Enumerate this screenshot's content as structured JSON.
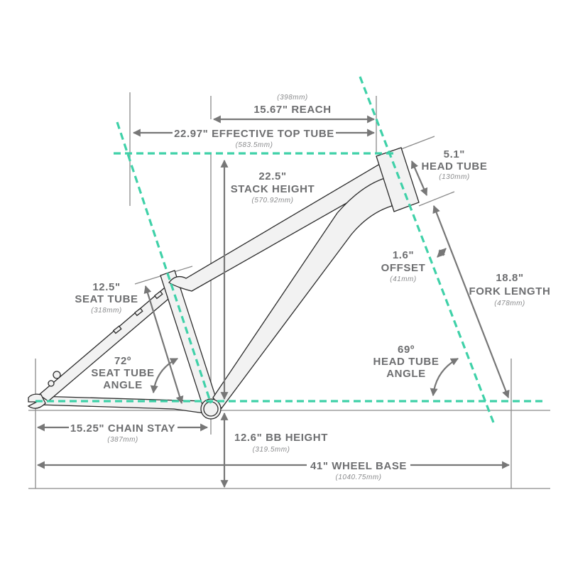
{
  "colors": {
    "accent": "#3fd1a8",
    "text": "#6d6e70",
    "dimension": "#777777",
    "frame_outline": "#2b2b2b"
  },
  "measurements": {
    "reach": {
      "value": "15.67\" REACH",
      "metric": "(398mm)"
    },
    "effective_top_tube": {
      "value": "22.97\" EFFECTIVE TOP TUBE",
      "metric": "(583.5mm)"
    },
    "stack_height": {
      "value": "22.5\"",
      "label": "STACK HEIGHT",
      "metric": "(570.92mm)"
    },
    "head_tube": {
      "value": "5.1\"",
      "label": "HEAD TUBE",
      "metric": "(130mm)"
    },
    "offset": {
      "value": "1.6\"",
      "label": "OFFSET",
      "metric": "(41mm)"
    },
    "fork_length": {
      "value": "18.8\"",
      "label": "FORK LENGTH",
      "metric": "(478mm)"
    },
    "seat_tube": {
      "value": "12.5\"",
      "label": "SEAT TUBE",
      "metric": "(318mm)"
    },
    "seat_tube_angle": {
      "value": "72º",
      "label1": "SEAT TUBE",
      "label2": "ANGLE"
    },
    "head_tube_angle": {
      "value": "69º",
      "label1": "HEAD TUBE",
      "label2": "ANGLE"
    },
    "chain_stay": {
      "value": "15.25\" CHAIN STAY",
      "metric": "(387mm)"
    },
    "bb_height": {
      "value": "12.6\" BB HEIGHT",
      "metric": "(319.5mm)"
    },
    "wheel_base": {
      "value": "41\" WHEEL BASE",
      "metric": "(1040.75mm)"
    }
  }
}
